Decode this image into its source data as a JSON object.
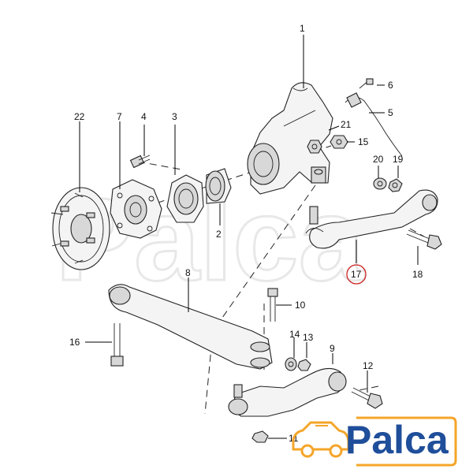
{
  "diagram": {
    "watermark_text": "Palca",
    "highlighted_part": "17",
    "part_numbers": [
      "1",
      "2",
      "3",
      "4",
      "5",
      "6",
      "7",
      "8",
      "9",
      "10",
      "11",
      "12",
      "13",
      "14",
      "15",
      "16",
      "17",
      "18",
      "19",
      "20",
      "21",
      "22"
    ]
  },
  "logo": {
    "text": "Palca",
    "brand_color": "#f5a52a",
    "text_color": "#1f4e9a",
    "icon": "car-icon"
  },
  "colors": {
    "highlight_circle": "#cc2222"
  }
}
